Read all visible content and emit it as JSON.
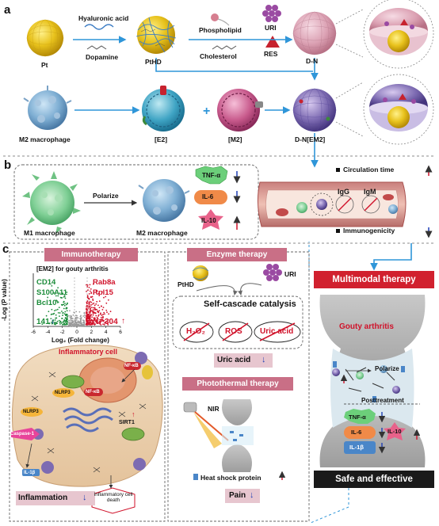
{
  "panels": {
    "a": "a",
    "b": "b",
    "c": "c"
  },
  "row1": {
    "pt": "Pt",
    "hyaluronic_acid": "Hyaluronic acid",
    "dopamine": "Dopamine",
    "pthd": "PtHD",
    "phospholipid": "Phospholipid",
    "cholesterol": "Cholesterol",
    "uri": "URI",
    "res": "RES",
    "dn": "D-N"
  },
  "row2": {
    "m2_macrophage": "M2 macrophage",
    "e2": "[E2]",
    "m2": "[M2]",
    "plus": "+",
    "dn_em2": "D-N[EM2]"
  },
  "panel_b": {
    "m1_macrophage": "M1 macrophage",
    "polarize": "Polarize",
    "m2_macrophage": "M2 macrophage",
    "tnf": "TNF-α",
    "il6": "IL-6",
    "il10": "IL-10",
    "igg": "IgG",
    "igm": "IgM",
    "circulation_time": "Circulation time",
    "immunogenicity": "Immunogenicity"
  },
  "immunotherapy": {
    "header": "Immunotherapy",
    "plot_title": "[EM2] for gouty arthritis",
    "genes_down": [
      "CD14",
      "S100A11",
      "Bcl10"
    ],
    "genes_up": [
      "Rab8a",
      "Rpl15"
    ],
    "count_down": "141",
    "count_up": "304",
    "ylabel": "-Log (P value)",
    "xlabel": "Log₂ (Fold change)",
    "inflammatory_cell": "Inflammatory cell",
    "labels": {
      "nfkb1": "NF-κB",
      "nfkb2": "NF-κB",
      "nlrp3a": "NLRP3",
      "nlrp3b": "NLRP3",
      "caspase": "Caspase-1",
      "sirt1": "SIRT1",
      "il1b": "IL-1β",
      "death": "Inflammatory cell death"
    },
    "footer": "Inflammation"
  },
  "enzyme": {
    "header": "Enzyme therapy",
    "pthd": "PtHD",
    "uri": "URI",
    "cascade": "Self-cascade catalysis",
    "h2o2": "H₂O₂",
    "ros": "ROS",
    "uric_acid": "Uric acid",
    "footer": "Uric acid"
  },
  "photothermal": {
    "header": "Photothermal therapy",
    "nir": "NIR",
    "hsp": "Heat shock protein",
    "footer": "Pain"
  },
  "right": {
    "multimodal": "Multimodal therapy",
    "gouty": "Gouty arthritis",
    "polarize": "Polarize",
    "posttreatment": "Posttreatment",
    "tnf": "TNF-α",
    "il6": "IL-6",
    "il1b": "IL-1β",
    "il10": "IL-10",
    "safe": "Safe and effective"
  },
  "colors": {
    "down": "#1f3fb5",
    "up": "#d0122a",
    "header_pink": "#c96f86",
    "multimodal_red": "#d1202e",
    "safe_black": "#1a1a1a",
    "arrow_blue": "#2f96d9"
  },
  "chart_data": {
    "type": "scatter",
    "title": "[EM2] for gouty arthritis",
    "xlabel": "Log₂ (Fold change)",
    "ylabel": "-Log (P value)",
    "xlim": [
      -6,
      6
    ],
    "x_ticks": [
      "-6",
      "-4",
      "-2",
      "0",
      "2",
      "4",
      "6"
    ],
    "series": [
      {
        "name": "down",
        "count": 141,
        "color": "#1c8c3a"
      },
      {
        "name": "up",
        "count": 304,
        "color": "#d0122a"
      }
    ]
  }
}
